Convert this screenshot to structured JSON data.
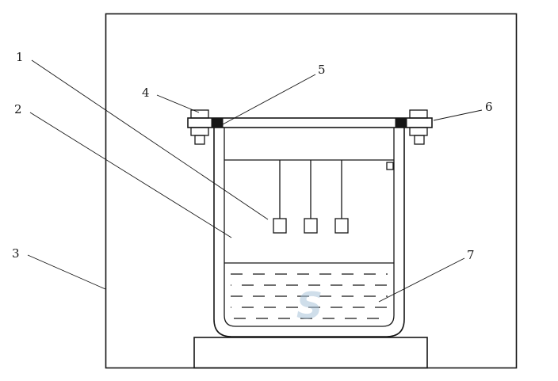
{
  "figure": {
    "colors": {
      "line_color": "#161616",
      "background": "#ffffff",
      "watermark_color": "#a8c4da"
    },
    "labels": [
      {
        "id": "1",
        "text": "1"
      },
      {
        "id": "2",
        "text": "2"
      },
      {
        "id": "3",
        "text": "3"
      },
      {
        "id": "4",
        "text": "4"
      },
      {
        "id": "5",
        "text": "5"
      },
      {
        "id": "6",
        "text": "6"
      },
      {
        "id": "7",
        "text": "7"
      }
    ],
    "watermark": {
      "text": "S"
    }
  }
}
